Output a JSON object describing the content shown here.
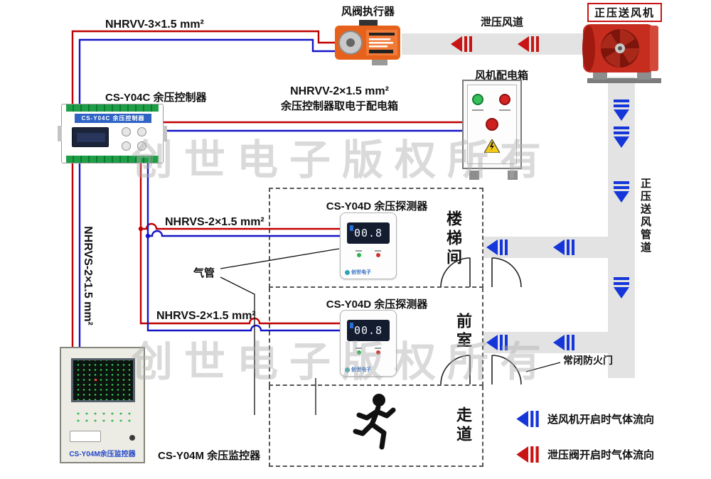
{
  "watermark": {
    "text": "创世电子版权所有"
  },
  "cables": {
    "actuator_cable": "NHRVV-3×1.5 mm²",
    "power_cable_line1": "NHRVV-2×1.5 mm²",
    "power_cable_line2": "余压控制器取电于配电箱",
    "detector1_cable": "NHRVS-2×1.5 mm²",
    "detector2_cable": "NHRVS-2×1.5 mm²",
    "monitor_cable": "NHRVS-2×1.5 mm²",
    "air_tube_label": "气管"
  },
  "ducts": {
    "relief_duct_label": "泄压风道",
    "supply_duct_label": "正压送风管道"
  },
  "devices": {
    "actuator": {
      "label": "风阀执行器"
    },
    "fan": {
      "label": "正压送风机"
    },
    "distribution_box": {
      "label": "风机配电箱"
    },
    "controller": {
      "label": "CS-Y04C 余压控制器",
      "device_text": "CS-Y04C 余压控制器"
    },
    "detector1": {
      "label": "CS-Y04D 余压探测器",
      "display": "00.8",
      "logo": "创世电子"
    },
    "detector2": {
      "label": "CS-Y04D 余压探测器",
      "display": "00.8",
      "logo": "创世电子"
    },
    "monitor": {
      "label": "CS-Y04M 余压监控器",
      "cabinet_text": "CS-Y04M余压监控器"
    }
  },
  "rooms": {
    "stairwell": "楼梯间",
    "front_room": "前室",
    "corridor": "走道"
  },
  "annotations": {
    "fire_door": "常闭防火门"
  },
  "legend": {
    "supply": {
      "text": "送风机开启时气体流向"
    },
    "relief": {
      "text": "泄压阀开启时气体流向"
    }
  },
  "colors": {
    "wire_red": "#c00000",
    "wire_blue": "#1515c8",
    "flow_blue": "#1536d8",
    "flow_red": "#c81414",
    "duct_gray": "#e3e3e3",
    "actuator_orange": "#e8611a",
    "fan_red": "#c62d1f"
  }
}
